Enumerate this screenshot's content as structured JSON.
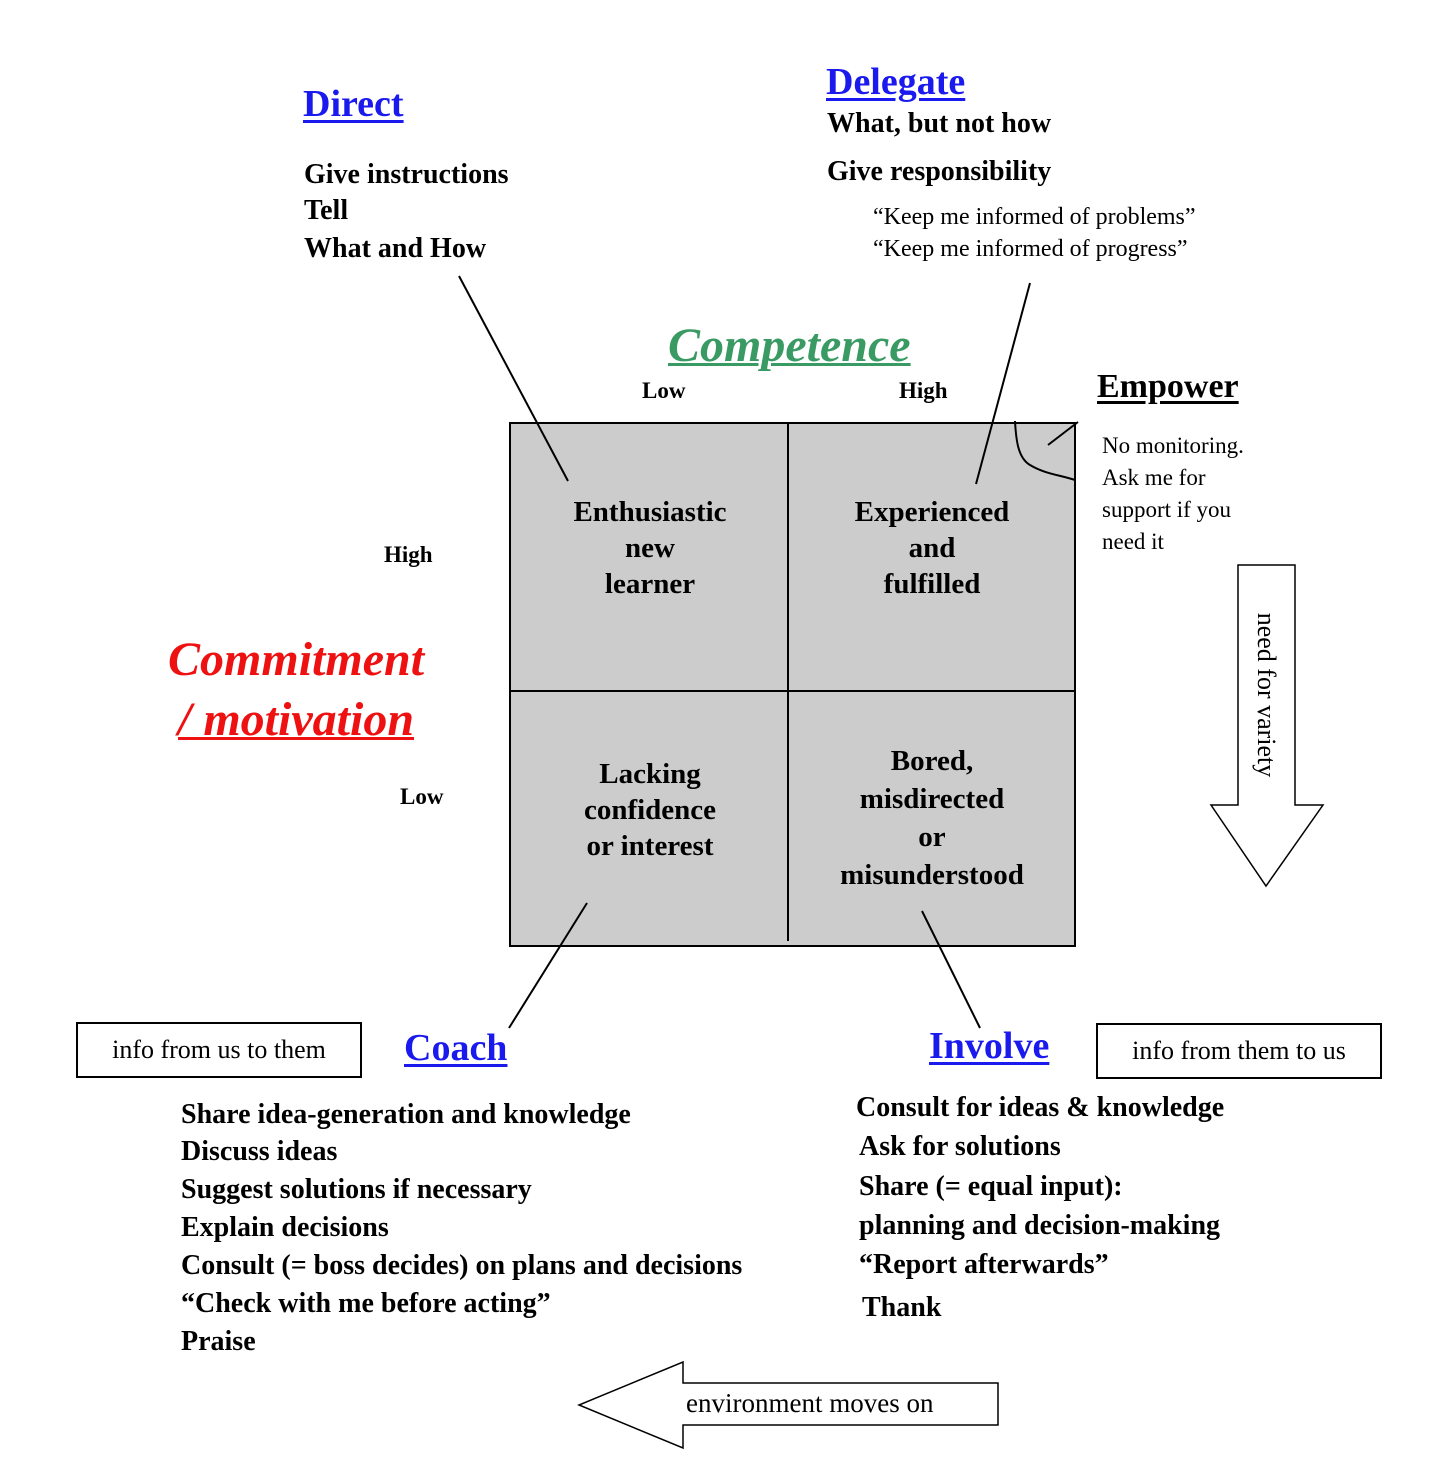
{
  "direct": {
    "title": "Direct",
    "items": [
      "Give instructions",
      "Tell",
      "What and How"
    ]
  },
  "delegate": {
    "title": "Delegate",
    "items": [
      "What, but not how",
      "Give responsibility"
    ],
    "quotes": [
      "“Keep me informed of problems”",
      "“Keep me informed of progress”"
    ]
  },
  "competence": {
    "title": "Competence",
    "low": "Low",
    "high": "High",
    "color": "#3a9a63"
  },
  "commitment": {
    "title_line1": "Commitment",
    "title_line2": "/ motivation",
    "high": "High",
    "low": "Low",
    "color": "#ee1111"
  },
  "empower": {
    "title": "Empower",
    "lines": [
      "No monitoring.",
      "Ask me for",
      "support if you",
      "need it"
    ]
  },
  "quadrants": {
    "top_left": [
      "Enthusiastic",
      "new",
      "learner"
    ],
    "top_right": [
      "Experienced",
      "and",
      "fulfilled"
    ],
    "bottom_left": [
      "Lacking",
      "confidence",
      "or interest"
    ],
    "bottom_right": [
      "Bored,",
      "misdirected",
      "or",
      "misunderstood"
    ],
    "fill": "#cccccc"
  },
  "variety_arrow": {
    "label": "need for variety"
  },
  "coach": {
    "title": "Coach",
    "box": "info from us to them",
    "items": [
      "Share idea-generation and knowledge",
      "Discuss ideas",
      "Suggest solutions if necessary",
      "Explain decisions",
      "Consult (= boss decides) on plans and decisions",
      "“Check with me before acting”",
      "Praise"
    ]
  },
  "involve": {
    "title": "Involve",
    "box": "info from them to us",
    "items": [
      "Consult for ideas & knowledge",
      "Ask for solutions",
      "Share (= equal input):",
      "planning and decision-making",
      "“Report afterwards”",
      "Thank"
    ]
  },
  "environment_arrow": {
    "label": "environment moves on"
  }
}
